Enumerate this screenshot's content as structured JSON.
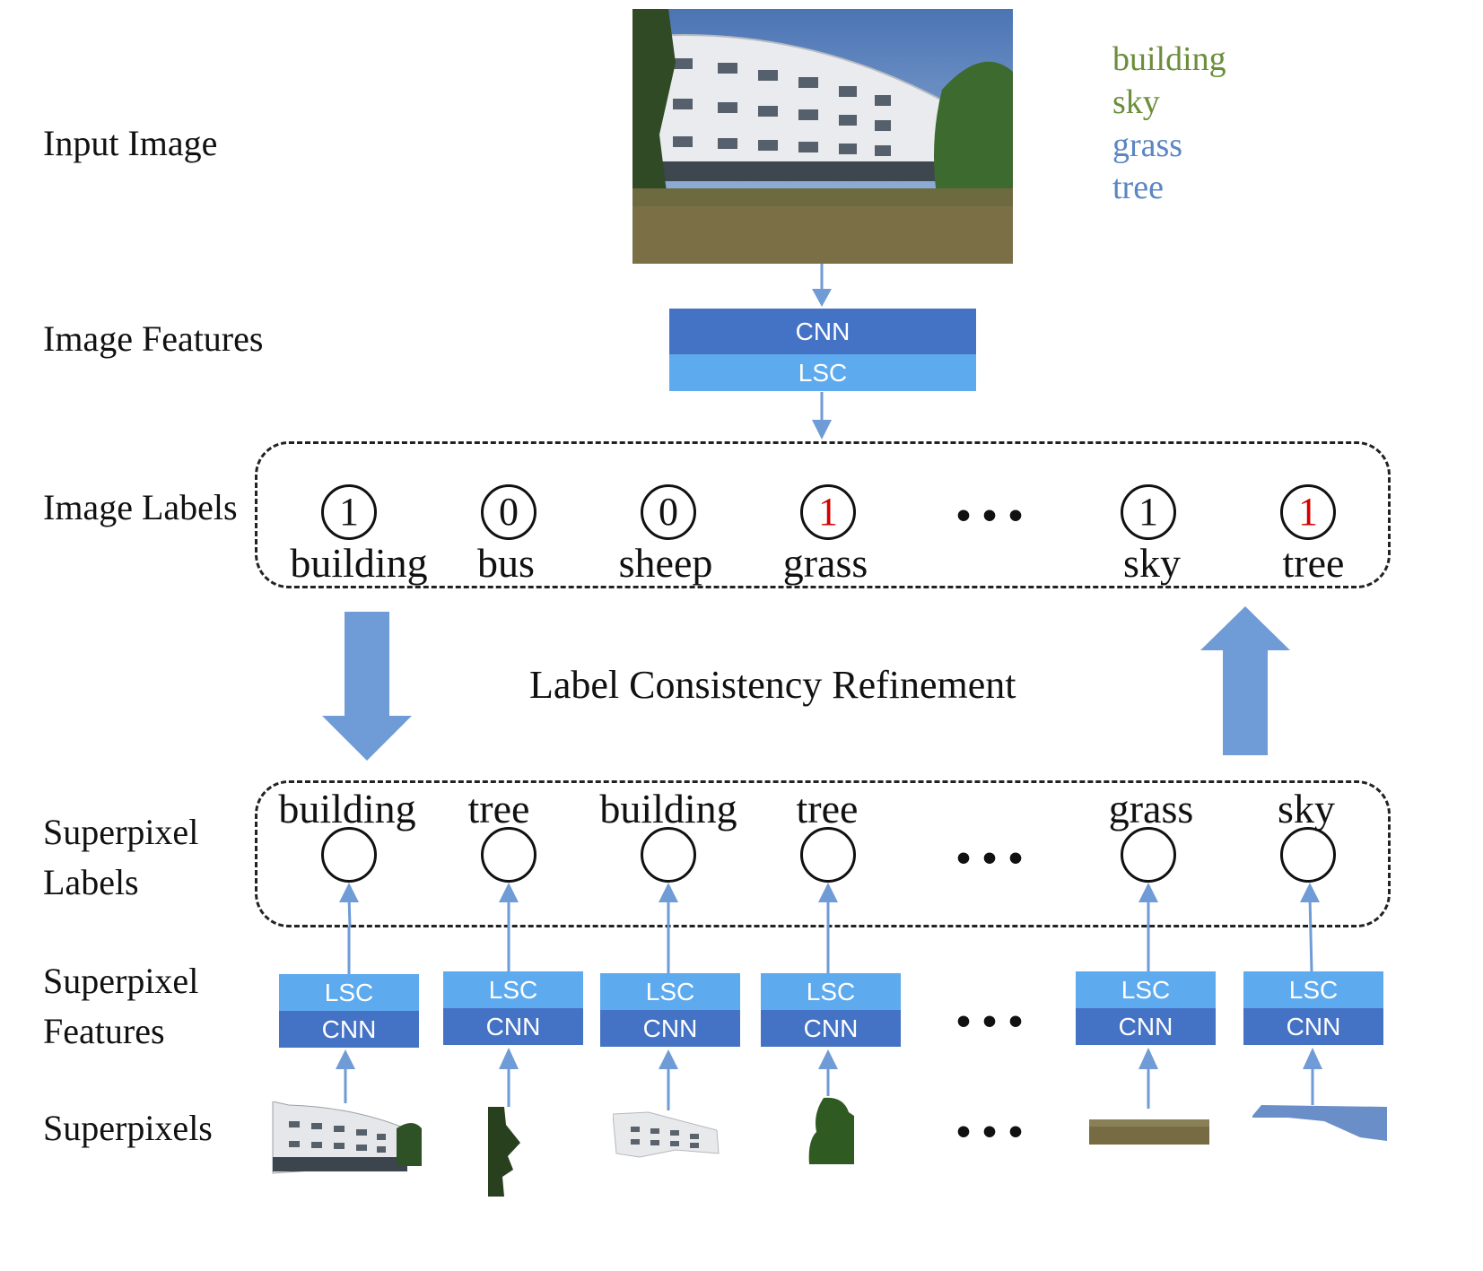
{
  "rows": {
    "input_image": "Input Image",
    "image_features": "Image Features",
    "image_labels": "Image Labels",
    "superpixel_labels": [
      "Superpixel",
      "Labels"
    ],
    "superpixel_features": [
      "Superpixel",
      "Features"
    ],
    "superpixels": "Superpixels"
  },
  "input_tags": [
    {
      "text": "building",
      "color": "#6b8e3a"
    },
    {
      "text": "sky",
      "color": "#6b8e3a"
    },
    {
      "text": "grass",
      "color": "#5b86c4"
    },
    {
      "text": "tree",
      "color": "#5b86c4"
    }
  ],
  "image_cnn": "CNN",
  "image_lsc": "LSC",
  "image_labels": [
    {
      "value": "1",
      "name": "building",
      "red": false
    },
    {
      "value": "0",
      "name": "bus",
      "red": false
    },
    {
      "value": "0",
      "name": "sheep",
      "red": false
    },
    {
      "value": "1",
      "name": "grass",
      "red": true
    },
    {
      "value": "1",
      "name": "sky",
      "red": false
    },
    {
      "value": "1",
      "name": "tree",
      "red": true
    }
  ],
  "ellipsis": "•••",
  "center_title": "Label Consistency Refinement",
  "superpixel_labels": [
    "building",
    "tree",
    "building",
    "tree",
    "grass",
    "sky"
  ],
  "sp_lsc": "LSC",
  "sp_cnn": "CNN",
  "colors": {
    "cnn": "#4472c4",
    "lsc": "#5eaaee",
    "arrow": "#6f9bd6",
    "red_value": "#d40000"
  }
}
